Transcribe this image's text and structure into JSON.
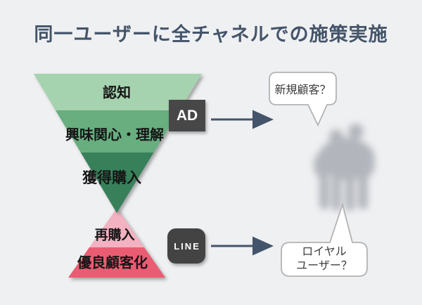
{
  "title": {
    "text": "同一ユーザーに全チャネルでの施策実施",
    "color": "#44546a"
  },
  "funnel": {
    "upper_stages": [
      {
        "label": "認知",
        "color": "#a6d3af"
      },
      {
        "label": "興味関心・理解",
        "color": "#67ae7f"
      },
      {
        "label": "獲得購入",
        "color": "#37805a"
      }
    ],
    "lower_stages": [
      {
        "label": "再購入",
        "color": "#f3b2c2"
      },
      {
        "label": "優良顧客化",
        "color": "#e95c72"
      }
    ]
  },
  "channels": [
    {
      "label": "AD",
      "bg": "#474747",
      "text_color": "#ffffff"
    },
    {
      "label": "LINE",
      "bg": "#434343",
      "text_color": "#ffffff"
    }
  ],
  "callouts": [
    {
      "text": "新規顧客？"
    },
    {
      "line1": "ロイヤル",
      "line2": "ユーザー？"
    }
  ],
  "arrow_color": "#44546a",
  "images": {
    "people": "blurred-people-silhouette"
  },
  "background": "#eff0f2"
}
